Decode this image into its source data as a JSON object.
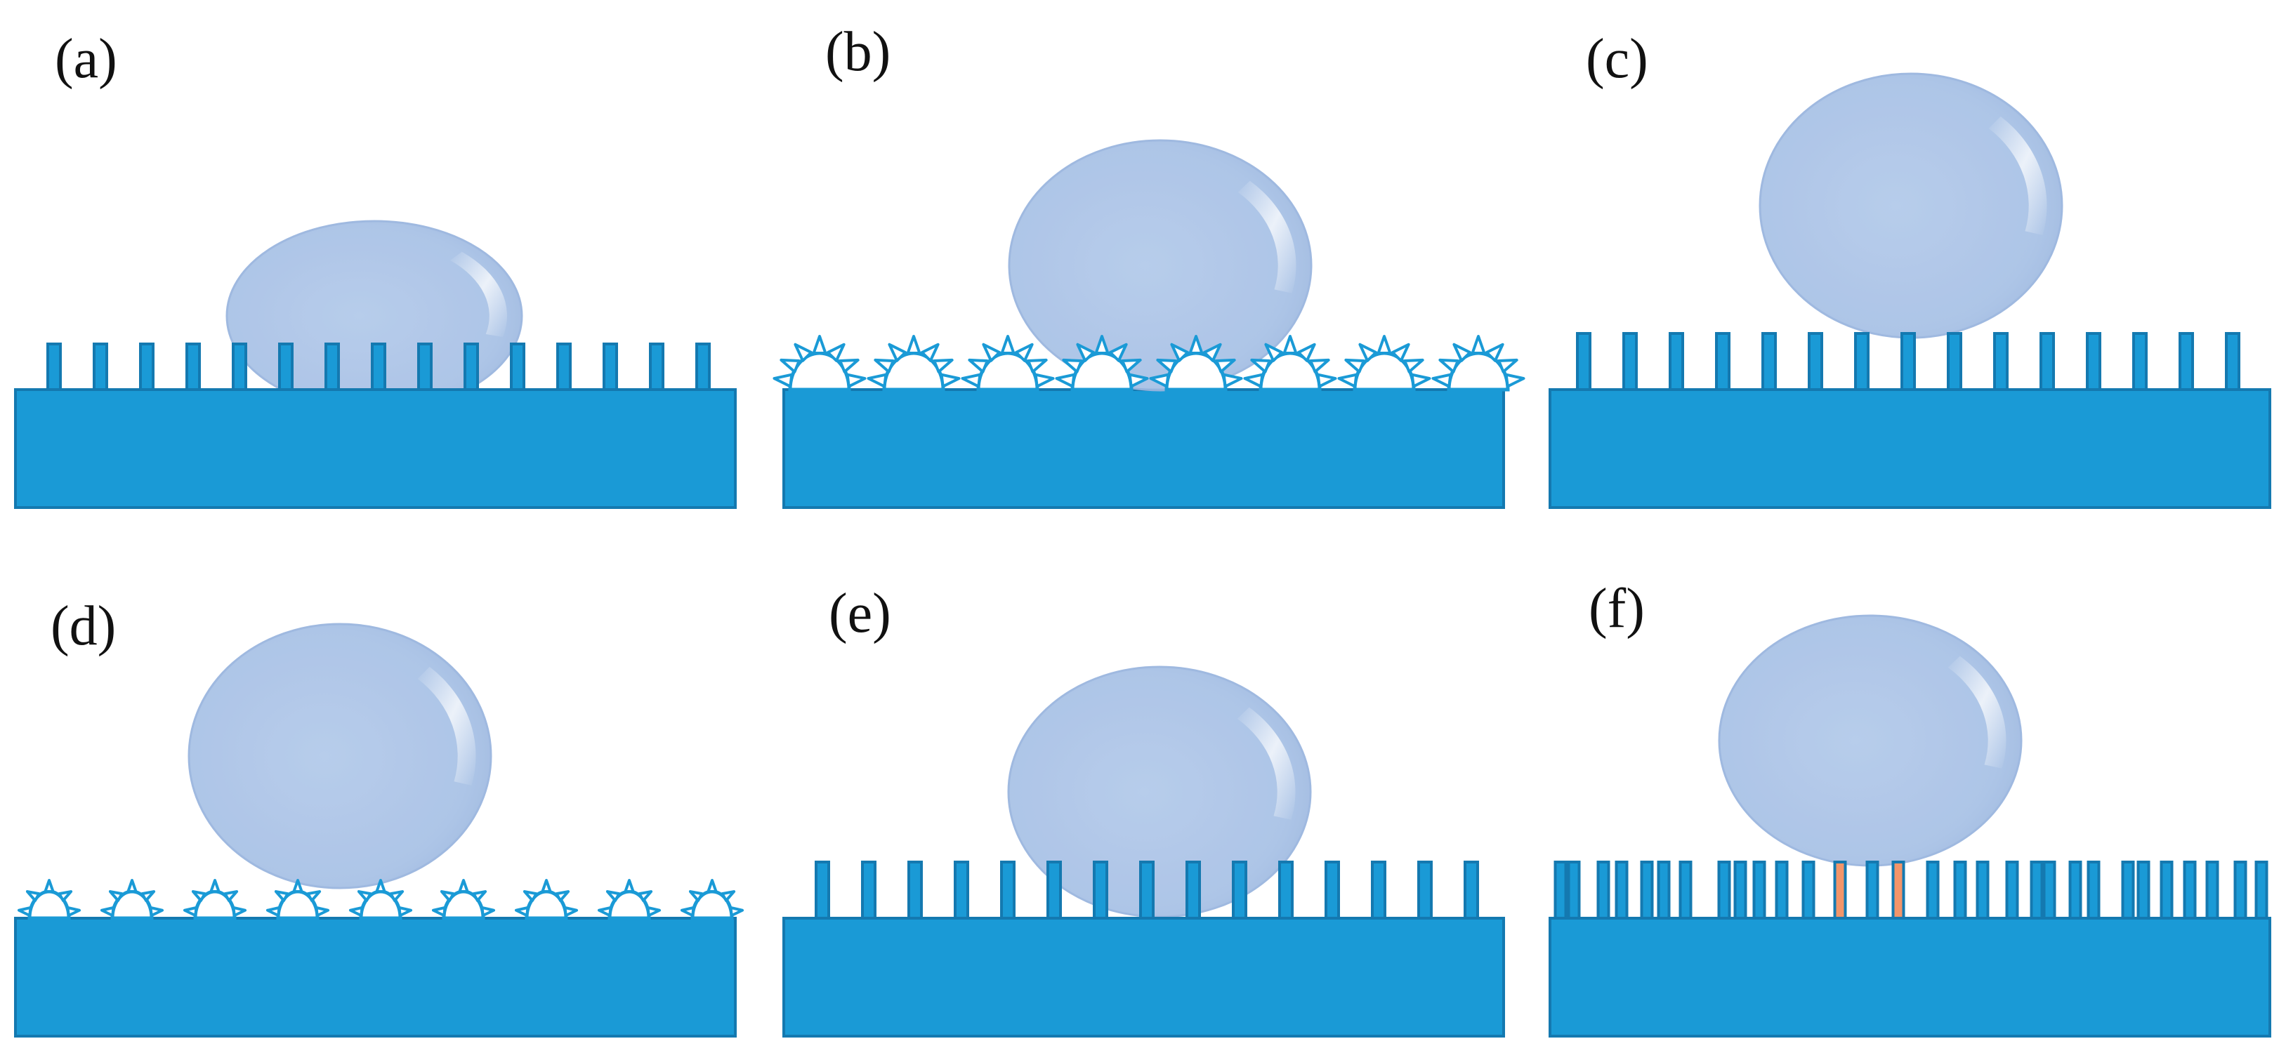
{
  "colors": {
    "substrate": "#1a9ad6",
    "substrate_edge": "#1479b0",
    "droplet": "#aec6e8",
    "droplet_edge": "#9ab6df",
    "highlight": "#ffffff",
    "pinned_pillar": "#f2956a",
    "background": "#ffffff"
  },
  "panels": [
    {
      "id": "a",
      "label": "(a)",
      "surface": "pillars",
      "droplet_state": "wetting"
    },
    {
      "id": "b",
      "label": "(b)",
      "surface": "hierarchical-bumps",
      "droplet_state": "partial"
    },
    {
      "id": "c",
      "label": "(c)",
      "surface": "tall-pillars",
      "droplet_state": "suspended"
    },
    {
      "id": "d",
      "label": "(d)",
      "surface": "small-hierarchical-bumps",
      "droplet_state": "suspended"
    },
    {
      "id": "e",
      "label": "(e)",
      "surface": "pillars",
      "droplet_state": "partial"
    },
    {
      "id": "f",
      "label": "(f)",
      "surface": "dense-pillars",
      "droplet_state": "pinned"
    }
  ]
}
